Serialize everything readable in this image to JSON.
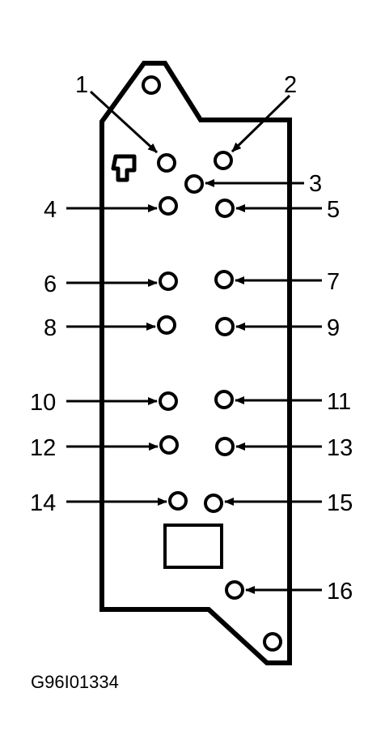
{
  "diagram": {
    "figure_code": "G96I01334",
    "pins": [
      "1",
      "2",
      "3",
      "4",
      "5",
      "6",
      "7",
      "8",
      "9",
      "10",
      "11",
      "12",
      "13",
      "14",
      "15",
      "16"
    ]
  }
}
